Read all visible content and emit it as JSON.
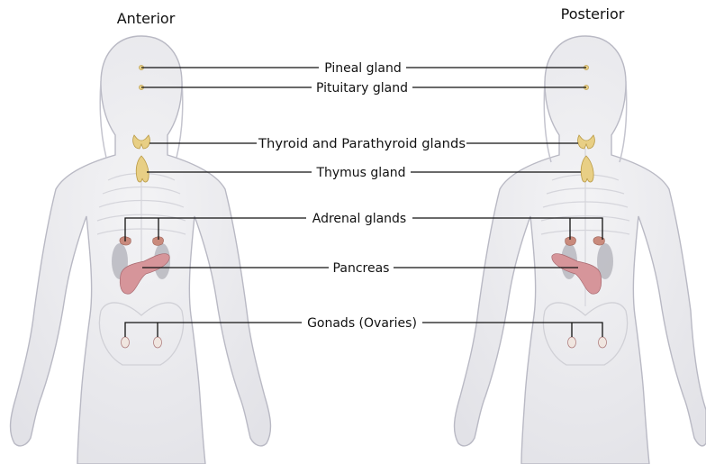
{
  "views": {
    "anterior": {
      "title": "Anterior"
    },
    "posterior": {
      "title": "Posterior"
    }
  },
  "labels": [
    {
      "id": "pineal",
      "text": "Pineal gland"
    },
    {
      "id": "pituitary",
      "text": "Pituitary gland"
    },
    {
      "id": "thyroid",
      "text": "Thyroid and Parathyroid glands"
    },
    {
      "id": "thymus",
      "text": "Thymus gland"
    },
    {
      "id": "adrenal",
      "text": "Adrenal glands"
    },
    {
      "id": "pancreas",
      "text": "Pancreas"
    },
    {
      "id": "gonads",
      "text": "Gonads (Ovaries)"
    }
  ],
  "colors": {
    "body_fill": "#ececef",
    "body_outline": "#b9b9c4",
    "skeleton": "#d9d9de",
    "gland_gold": "#e8cf85",
    "adrenal": "#c98a7c",
    "pancreas": "#d6959a",
    "kidney": "#b4b4bb",
    "ovary": "#f0e6e0",
    "leader_line": "#111111"
  }
}
